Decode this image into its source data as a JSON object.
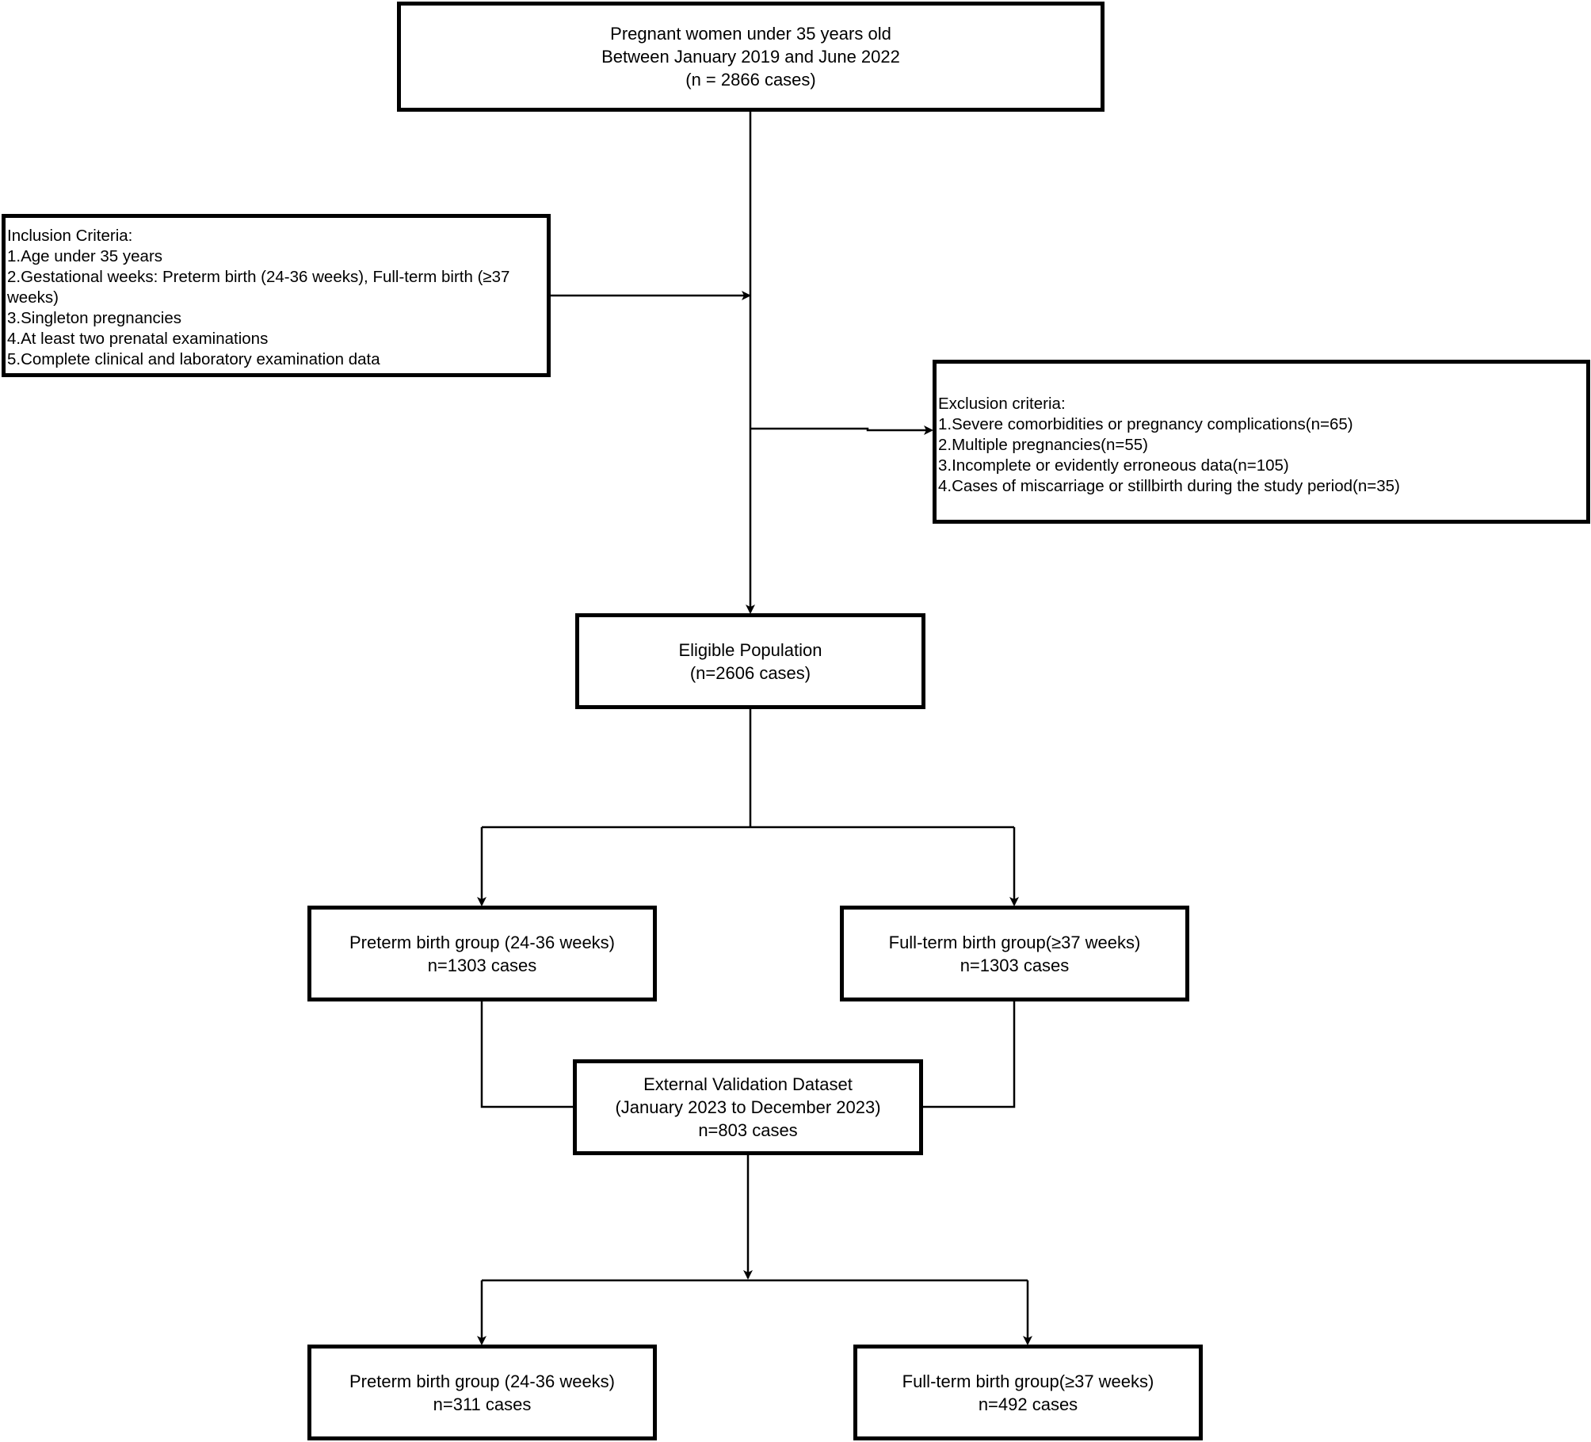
{
  "top": {
    "line1": "Pregnant women under 35 years old",
    "line2": "Between January 2019 and June 2022",
    "line3": "(n = 2866 cases)"
  },
  "inclusion": {
    "title": "Inclusion Criteria:",
    "items": [
      "1.Age under 35 years",
      "2.Gestational weeks: Preterm birth (24-36 weeks), Full-term birth (≥37",
      "weeks)",
      "3.Singleton pregnancies",
      "4.At least two prenatal examinations",
      "5.Complete clinical and laboratory examination data"
    ]
  },
  "exclusion": {
    "title": "Exclusion criteria:",
    "items": [
      "1.Severe comorbidities or pregnancy complications(n=65)",
      "2.Multiple pregnancies(n=55)",
      "3.Incomplete or evidently erroneous data(n=105)",
      "4.Cases of miscarriage or stillbirth during the study period(n=35)"
    ]
  },
  "eligible": {
    "line1": "Eligible Population",
    "line2": "(n=2606 cases)"
  },
  "preterm1": {
    "line1": "Preterm birth group (24-36 weeks)",
    "line2": "n=1303 cases"
  },
  "fullterm1": {
    "line1": "Full-term birth group(≥37 weeks)",
    "line2": "n=1303 cases"
  },
  "external": {
    "line1": "External Validation Dataset",
    "line2": "(January 2023 to December 2023)",
    "line3": "n=803 cases"
  },
  "preterm2": {
    "line1": "Preterm birth group (24-36 weeks)",
    "line2": "n=311 cases"
  },
  "fullterm2": {
    "line1": "Full-term birth group(≥37 weeks)",
    "line2": "n=492 cases"
  },
  "colors": {
    "stroke": "#000000",
    "background": "#ffffff"
  }
}
